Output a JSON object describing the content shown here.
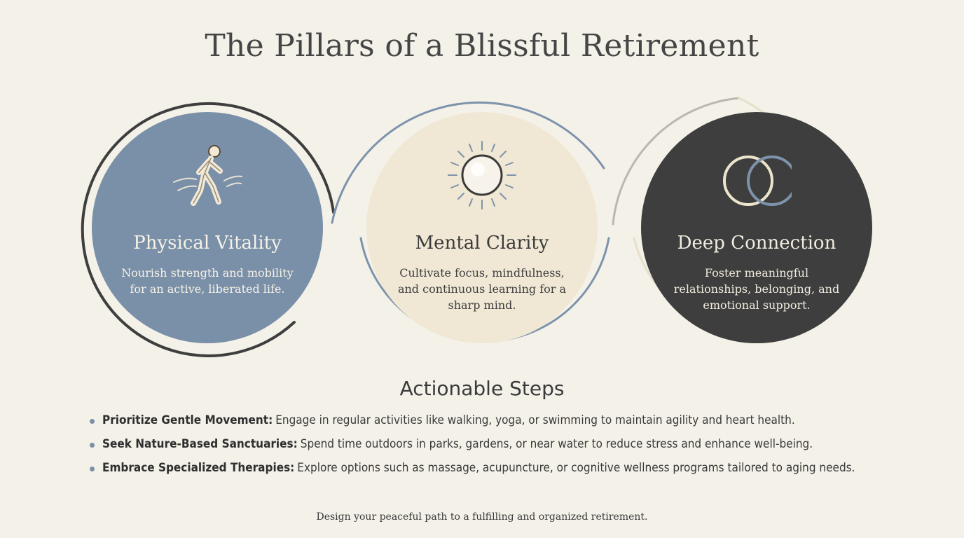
{
  "title": "The Pillars of a Blissful Retirement",
  "pillars": [
    {
      "name": "Physical Vitality",
      "description": "Nourish strength and mobility for an active, liberated life.",
      "icon": "walking-person-icon",
      "color": "#7a90a9"
    },
    {
      "name": "Mental Clarity",
      "description": "Cultivate focus, mindfulness, and continuous learning for a sharp mind.",
      "icon": "sun-icon",
      "color": "#f0e8d4"
    },
    {
      "name": "Deep Connection",
      "description": "Foster meaningful relationships, belonging, and emotional support.",
      "icon": "interlocking-rings-icon",
      "color": "#3e3e3e"
    }
  ],
  "steps_heading": "Actionable Steps",
  "steps": [
    {
      "title": "Prioritize Gentle Movement:",
      "text": "Engage in regular activities like walking, yoga, or swimming to maintain agility and heart health."
    },
    {
      "title": "Seek Nature-Based Sanctuaries:",
      "text": "Spend time outdoors in parks, gardens, or near water to reduce stress and enhance well-being."
    },
    {
      "title": "Embrace Specialized Therapies:",
      "text": "Explore options such as massage, acupuncture, or cognitive wellness programs tailored to aging needs."
    }
  ],
  "footer": "Design your peaceful path to a fulfilling and organized retirement.",
  "colors": {
    "background": "#f4f1e8",
    "accent_blue": "#7a90a9",
    "cream": "#f0e8d4",
    "charcoal": "#3e3e3e"
  }
}
